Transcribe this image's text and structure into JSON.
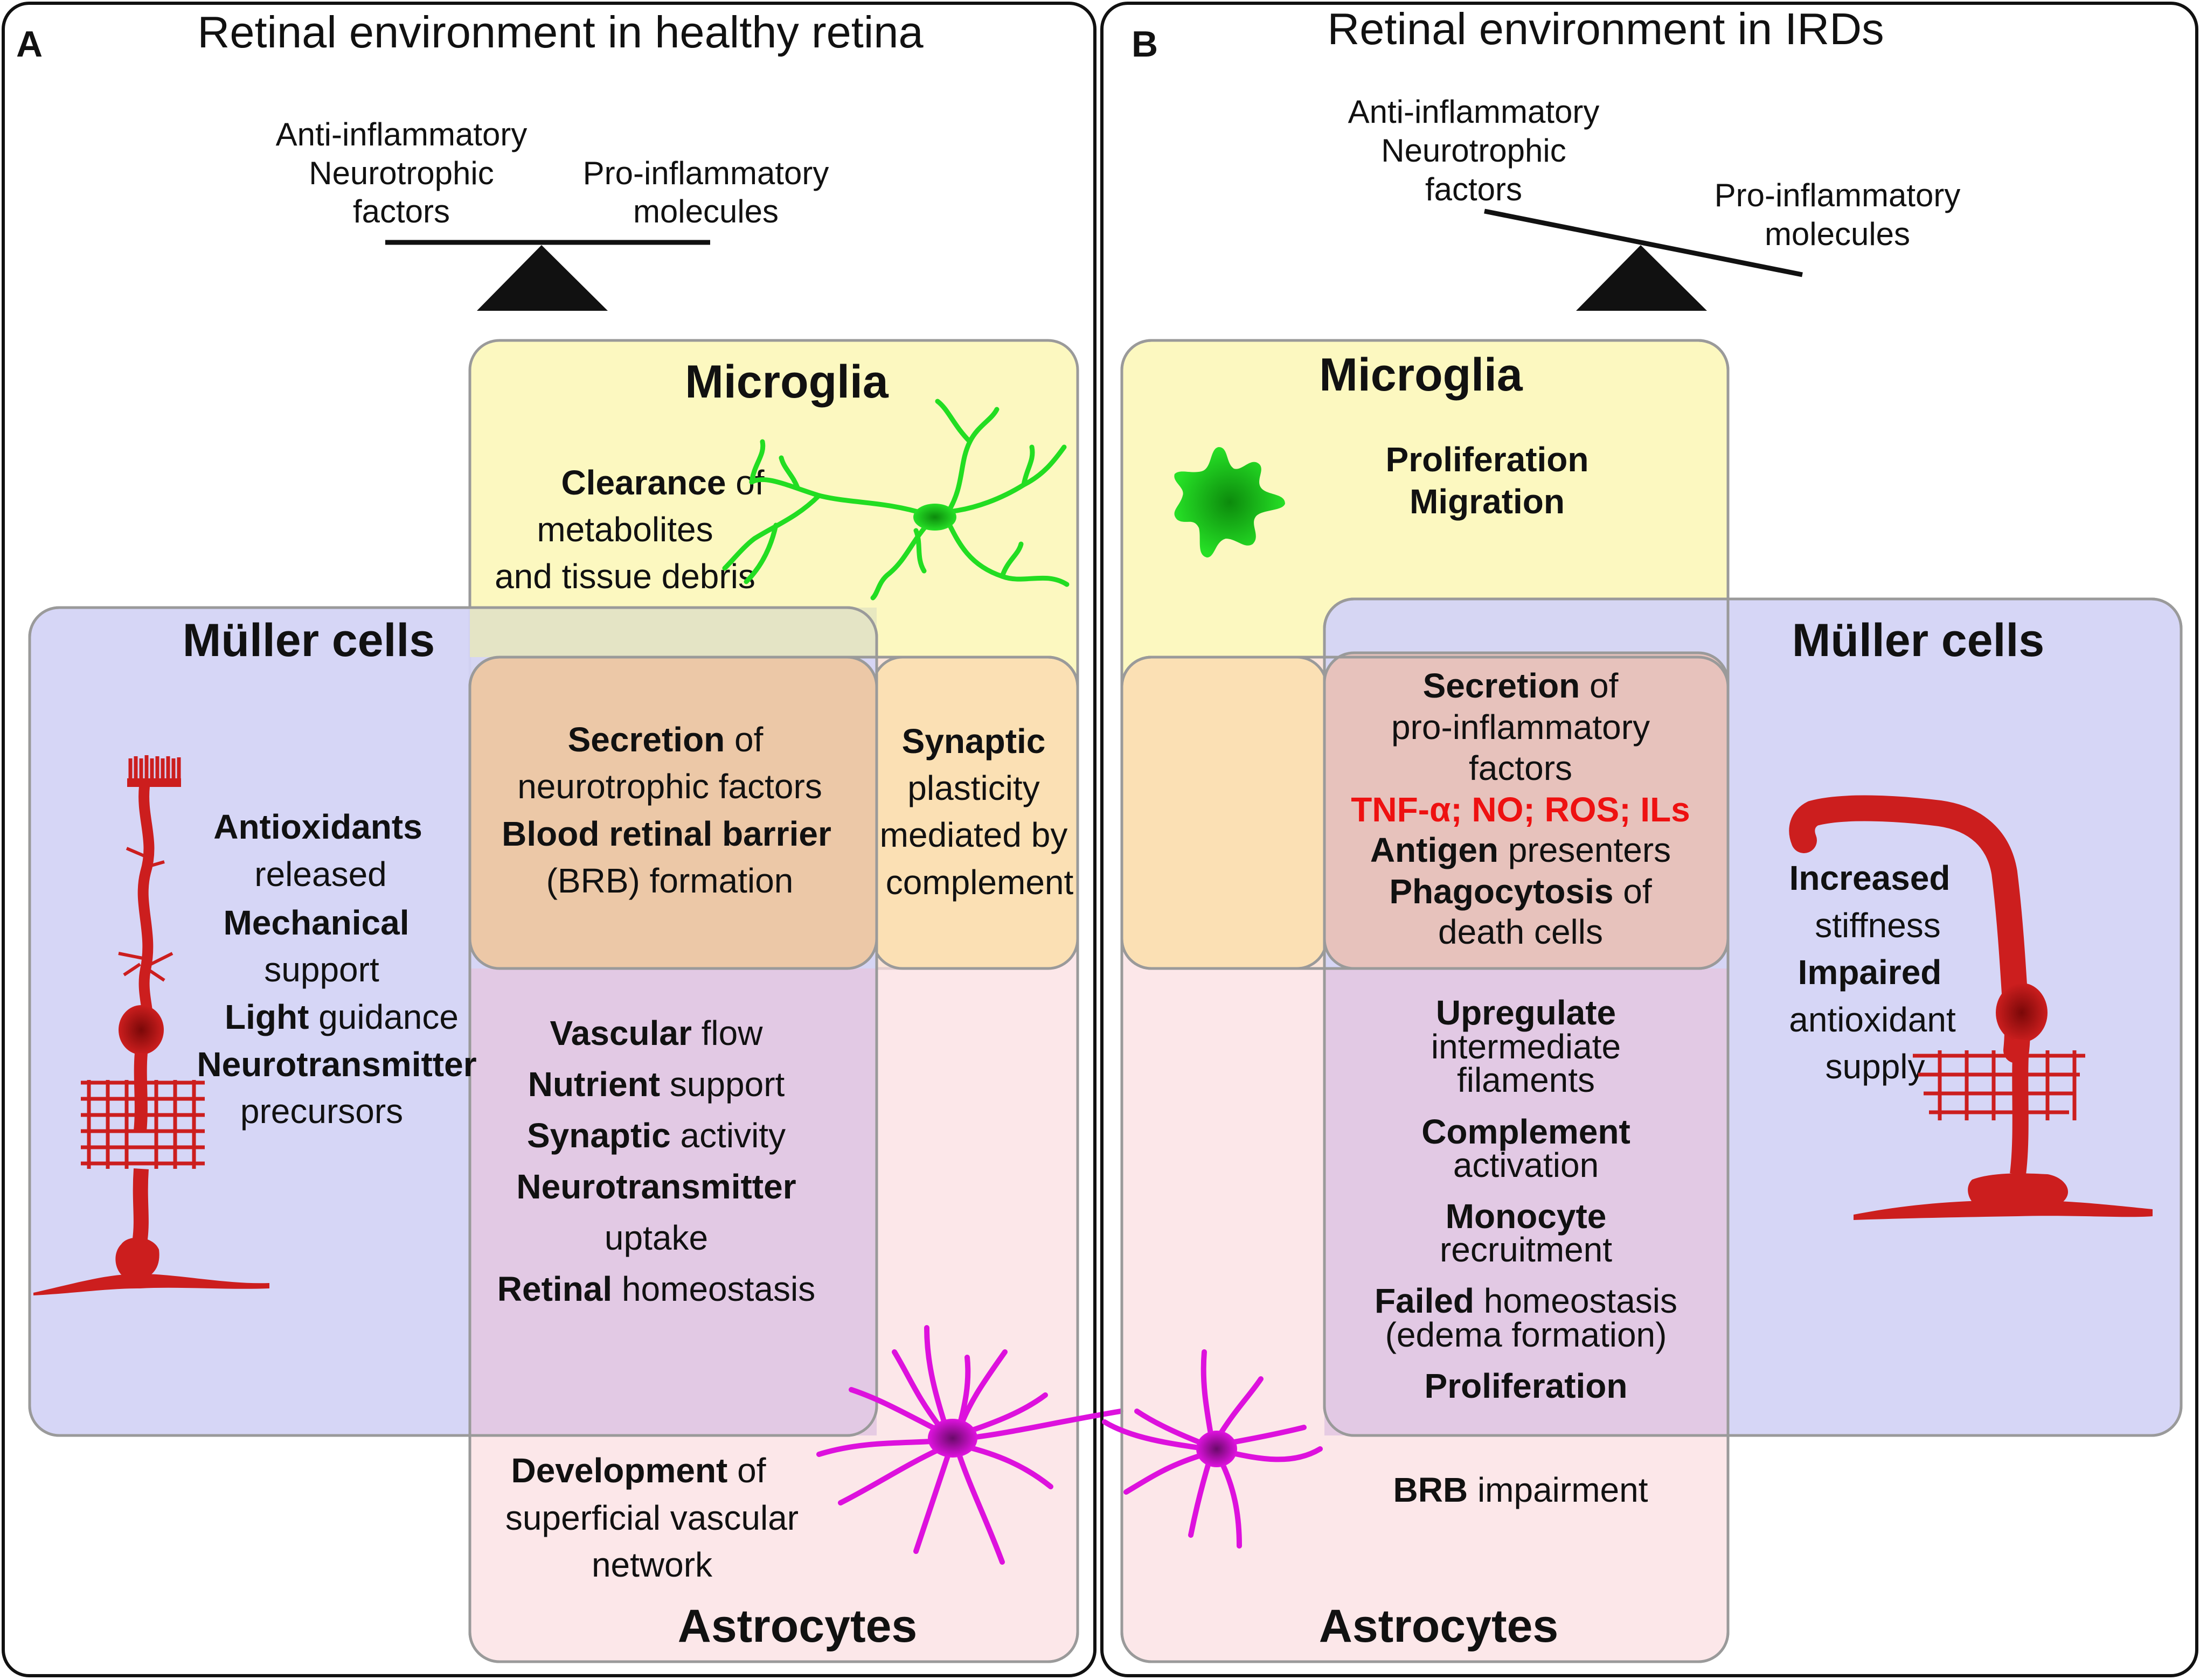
{
  "panel_a": {
    "letter": "A",
    "title": "Retinal environment in healthy retina",
    "balance": {
      "left": [
        "Anti-inflammatory",
        "Neurotrophic",
        "factors"
      ],
      "right": [
        "Pro-inflammatory",
        "molecules"
      ]
    },
    "microglia": {
      "title": "Microglia",
      "clearance_bold": "Clearance",
      "clearance_rest": " of",
      "line2": "metabolites",
      "line3": "and tissue debris"
    },
    "muller": {
      "title": "Müller cells",
      "antioxidants_bold": "Antioxidants",
      "antioxidants_rest": "released",
      "mechanical_bold": "Mechanical",
      "mechanical_rest": "support",
      "light_bold": "Light",
      "light_rest": " guidance",
      "neuro_bold": "Neurotransmitter",
      "neuro_rest": "precursors"
    },
    "overlap_center": {
      "secretion_bold": "Secretion",
      "secretion_rest": " of",
      "line2": "neurotrophic factors",
      "brb_bold": "Blood retinal barrier",
      "brb_rest": "(BRB) formation"
    },
    "synaptic_box": {
      "synaptic_bold": "Synaptic",
      "line2": "plasticity",
      "line3": "mediated by",
      "line4": "complement"
    },
    "lower_center": {
      "vascular_bold": "Vascular",
      "vascular_rest": " flow",
      "nutrient_bold": "Nutrient",
      "nutrient_rest": " support",
      "synaptic_bold": "Synaptic",
      "synaptic_rest": " activity",
      "neuro_bold": "Neurotransmitter",
      "neuro_rest": "uptake",
      "retinal_bold": "Retinal",
      "retinal_rest": " homeostasis"
    },
    "astrocytes": {
      "title": "Astrocytes",
      "development_bold": "Development",
      "development_rest": " of",
      "line2": "superficial vascular",
      "line3": "network"
    }
  },
  "panel_b": {
    "letter": "B",
    "title": "Retinal environment in IRDs",
    "balance": {
      "left": [
        "Anti-inflammatory",
        "Neurotrophic",
        "factors"
      ],
      "right": [
        "Pro-inflammatory",
        "molecules"
      ]
    },
    "microglia": {
      "title": "Microglia",
      "line1": "Proliferation",
      "line2": "Migration"
    },
    "muller": {
      "title": "Müller cells",
      "increased_bold": "Increased",
      "increased_rest": "stiffness",
      "impaired_bold": "Impaired",
      "impaired_rest1": "antioxidant",
      "impaired_rest2": "supply"
    },
    "overlap_center": {
      "secretion_bold": "Secretion",
      "secretion_rest": " of",
      "line2": "pro-inflammatory",
      "line3": "factors",
      "red_line": "TNF-α; NO; ROS; ILs",
      "antigen_bold": "Antigen",
      "antigen_rest": " presenters",
      "phago_bold": "Phagocytosis",
      "phago_rest": " of",
      "phago_line2": "death cells"
    },
    "lower_center": {
      "upregulate_bold": "Upregulate",
      "upregulate_l2": "intermediate",
      "upregulate_l3": "filaments",
      "complement_bold": "Complement",
      "complement_l2": "activation",
      "monocyte_bold": "Monocyte",
      "monocyte_l2": "recruitment",
      "failed_bold": "Failed",
      "failed_rest": " homeostasis",
      "failed_l2": "(edema formation)",
      "proliferation_bold": "Proliferation"
    },
    "astrocytes": {
      "title": "Astrocytes",
      "brb_bold": "BRB",
      "brb_rest": " impairment"
    }
  },
  "colors": {
    "microglia_fill": "#fbf7b5",
    "muller_fill": "#d4d4f5",
    "astro_fill": "#fbdfe2",
    "overlap_center_fill": "#ecc8a7",
    "synaptic_fill": "#fbdfaa",
    "lower_center_fill": "#e3c8e2",
    "box_stroke": "#9a9a9a",
    "muller_cell": "#cc1e1e",
    "microglia_cell": "#22dd22",
    "astrocyte_cell": "#dd11dd",
    "red_text": "#ee1111"
  }
}
